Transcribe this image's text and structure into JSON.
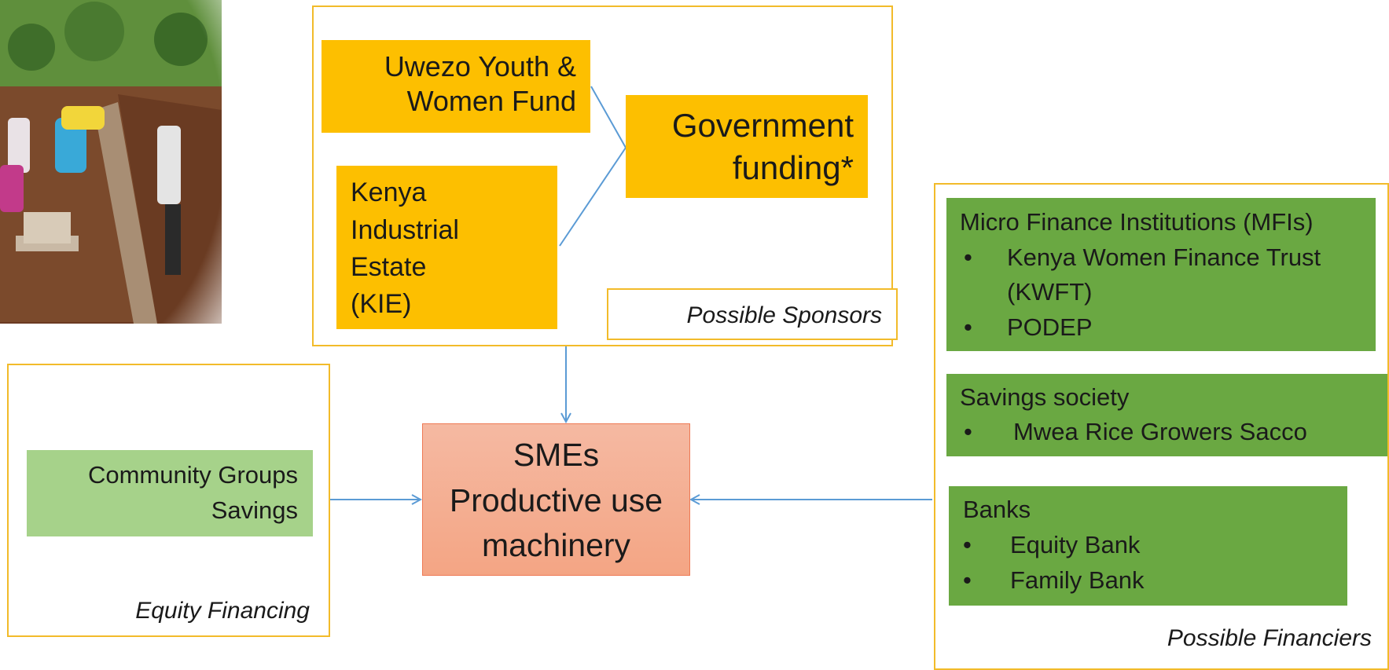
{
  "sponsors": {
    "caption": "Possible Sponsors",
    "uwezo": [
      "Uwezo Youth &",
      "Women Fund"
    ],
    "kie": [
      "Kenya",
      "Industrial",
      "Estate",
      "(KIE)"
    ],
    "government": [
      "Government",
      "funding*"
    ]
  },
  "equity": {
    "caption": "Equity Financing",
    "community": [
      "Community Groups",
      "Savings"
    ]
  },
  "center": {
    "lines": [
      "SMEs",
      "Productive use",
      "machinery"
    ]
  },
  "financiers": {
    "caption": "Possible Financiers",
    "mfi": {
      "title": "Micro Finance Institutions (MFIs)",
      "items": [
        "Kenya Women Finance Trust",
        "(KWFT)",
        "PODEP"
      ]
    },
    "savings": {
      "title": "Savings society",
      "items": [
        "Mwea Rice Growers Sacco"
      ]
    },
    "banks": {
      "title": "Banks",
      "items": [
        "Equity Bank",
        "Family Bank"
      ]
    },
    "bullet": "•"
  },
  "colors": {
    "frame": "#f2bb2a",
    "sponsor_box": "#fdbf00",
    "financier_box": "#6aa842",
    "community_box": "#a6d28a",
    "center_box": "#f4a584",
    "arrow": "#5b9bd5"
  }
}
